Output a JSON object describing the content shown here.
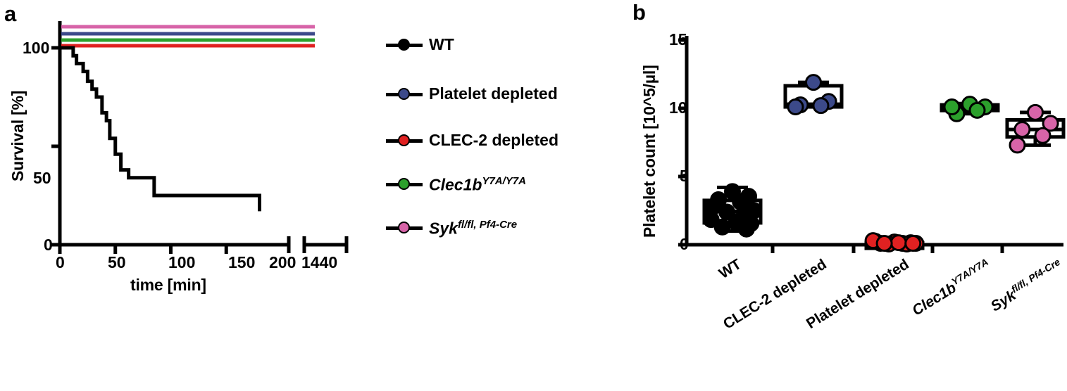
{
  "panels": {
    "a": {
      "letter": "a"
    },
    "b": {
      "letter": "b"
    }
  },
  "colors": {
    "wt": "#000000",
    "platelet_depleted": "#3c4a8a",
    "clec2_depleted": "#e02121",
    "clec1b": "#2ca02c",
    "syk": "#d764a8"
  },
  "legend": {
    "items": [
      {
        "label": "WT",
        "color": "#000000",
        "key": "legend-key-wt"
      },
      {
        "label": "Platelet depleted",
        "color": "#3c4a8a",
        "key": "legend-key-platelet-depleted"
      },
      {
        "label": "CLEC-2 depleted",
        "color": "#e02121",
        "key": "legend-key-clec2-depleted"
      },
      {
        "label": "Clec1b",
        "sup": "Y7A/Y7A",
        "italic": true,
        "color": "#2ca02c",
        "key": "legend-key-clec1b"
      },
      {
        "label": "Syk",
        "sup": "fl/fl, Pf4-Cre",
        "italic": true,
        "color": "#d764a8",
        "key": "legend-key-syk"
      }
    ]
  },
  "chart_data": [
    {
      "type": "line",
      "panel": "a",
      "title": "",
      "xlabel": "time [min]",
      "ylabel": "Survival [%]",
      "xlim": [
        0,
        200
      ],
      "ylim": [
        0,
        100
      ],
      "xticks": [
        0,
        50,
        100,
        150,
        200,
        1440
      ],
      "xtick_labels": [
        "0",
        "50",
        "100",
        "150",
        "200",
        "1440"
      ],
      "yticks": [
        0,
        50,
        100
      ],
      "ytick_labels": [
        "0",
        "50",
        "100"
      ],
      "axis_break": {
        "after": 200,
        "resumes_at": 1440
      },
      "grid": false,
      "legend_position": "right",
      "series": [
        {
          "name": "WT",
          "color": "#000000",
          "style": "step",
          "x": [
            0,
            8,
            12,
            15,
            18,
            21,
            25,
            29,
            33,
            38,
            42,
            45,
            47,
            50,
            55,
            62,
            70,
            85,
            180
          ],
          "y": [
            100,
            100,
            96,
            92,
            92,
            88,
            83,
            79,
            75,
            67,
            63,
            54,
            54,
            46,
            38,
            34,
            34,
            25,
            17
          ],
          "final_value": 17
        },
        {
          "name": "Platelet depleted",
          "color": "#3c4a8a",
          "style": "flat",
          "x": [
            0,
            180
          ],
          "y": [
            100,
            100
          ],
          "offset_note": "drawn slightly above 100% for visibility"
        },
        {
          "name": "CLEC-2 depleted",
          "color": "#e02121",
          "style": "flat",
          "x": [
            0,
            180
          ],
          "y": [
            100,
            100
          ]
        },
        {
          "name": "Clec1b Y7A/Y7A",
          "color": "#2ca02c",
          "style": "flat",
          "x": [
            0,
            180
          ],
          "y": [
            100,
            100
          ]
        },
        {
          "name": "Syk fl/fl, Pf4-Cre",
          "color": "#d764a8",
          "style": "flat",
          "x": [
            0,
            180
          ],
          "y": [
            100,
            100
          ]
        }
      ]
    },
    {
      "type": "scatter",
      "panel": "b",
      "title": "",
      "xlabel": "",
      "ylabel": "Platelet count [10^5/µl]",
      "ylim": [
        0,
        15
      ],
      "yticks": [
        0,
        5,
        10,
        15
      ],
      "ytick_labels": [
        "0",
        "5",
        "10",
        "15"
      ],
      "grid": false,
      "categories": [
        "WT",
        "CLEC-2 depleted",
        "Platelet depleted",
        "Clec1b",
        "Syk"
      ],
      "category_labels": [
        {
          "text": "WT",
          "italic": false,
          "sup": ""
        },
        {
          "text": "CLEC-2 depleted",
          "italic": false,
          "sup": ""
        },
        {
          "text": "Platelet depleted",
          "italic": false,
          "sup": ""
        },
        {
          "text": "Clec1b",
          "italic": true,
          "sup": "Y7A/Y7A"
        },
        {
          "text": "Syk",
          "italic": true,
          "sup": "fl/fl, Pf4-Cre"
        }
      ],
      "groups": [
        {
          "name": "WT",
          "color": "#000000",
          "box": {
            "q1": 1.6,
            "median": 2.45,
            "q3": 3.25,
            "whisker_low": 1.0,
            "whisker_high": 4.2
          },
          "points": [
            3.9,
            3.55,
            3.3,
            3.15,
            2.8,
            2.5,
            2.4,
            2.1,
            1.85,
            1.7,
            1.55,
            1.3,
            1.15
          ]
        },
        {
          "name": "CLEC-2 depleted",
          "color": "#3c4a8a",
          "box": {
            "q1": 10.1,
            "median": 10.3,
            "q3": 11.65,
            "whisker_low": 10.1,
            "whisker_high": 11.9
          },
          "points": [
            11.9,
            10.5,
            10.25,
            10.2,
            10.1
          ]
        },
        {
          "name": "Platelet depleted",
          "color": "#e02121",
          "box": {
            "q1": 0.05,
            "median": 0.1,
            "q3": 0.15,
            "whisker_low": 0.0,
            "whisker_high": 0.25
          },
          "points": [
            0.2,
            0.15,
            0.1,
            0.1,
            0.25,
            0.1,
            0.05,
            0.05,
            0.3,
            0.15,
            0.1,
            0.1
          ]
        },
        {
          "name": "Clec1b",
          "color": "#2ca02c",
          "box": {
            "q1": 9.9,
            "median": 10.05,
            "q3": 10.25,
            "whisker_low": 9.6,
            "whisker_high": 10.35
          },
          "points": [
            10.3,
            10.1,
            9.6,
            9.85,
            10.1
          ]
        },
        {
          "name": "Syk",
          "color": "#d764a8",
          "box": {
            "q1": 7.9,
            "median": 8.45,
            "q3": 9.15,
            "whisker_low": 7.3,
            "whisker_high": 9.7
          },
          "points": [
            9.7,
            8.9,
            8.45,
            8.0,
            7.3
          ]
        }
      ]
    }
  ]
}
